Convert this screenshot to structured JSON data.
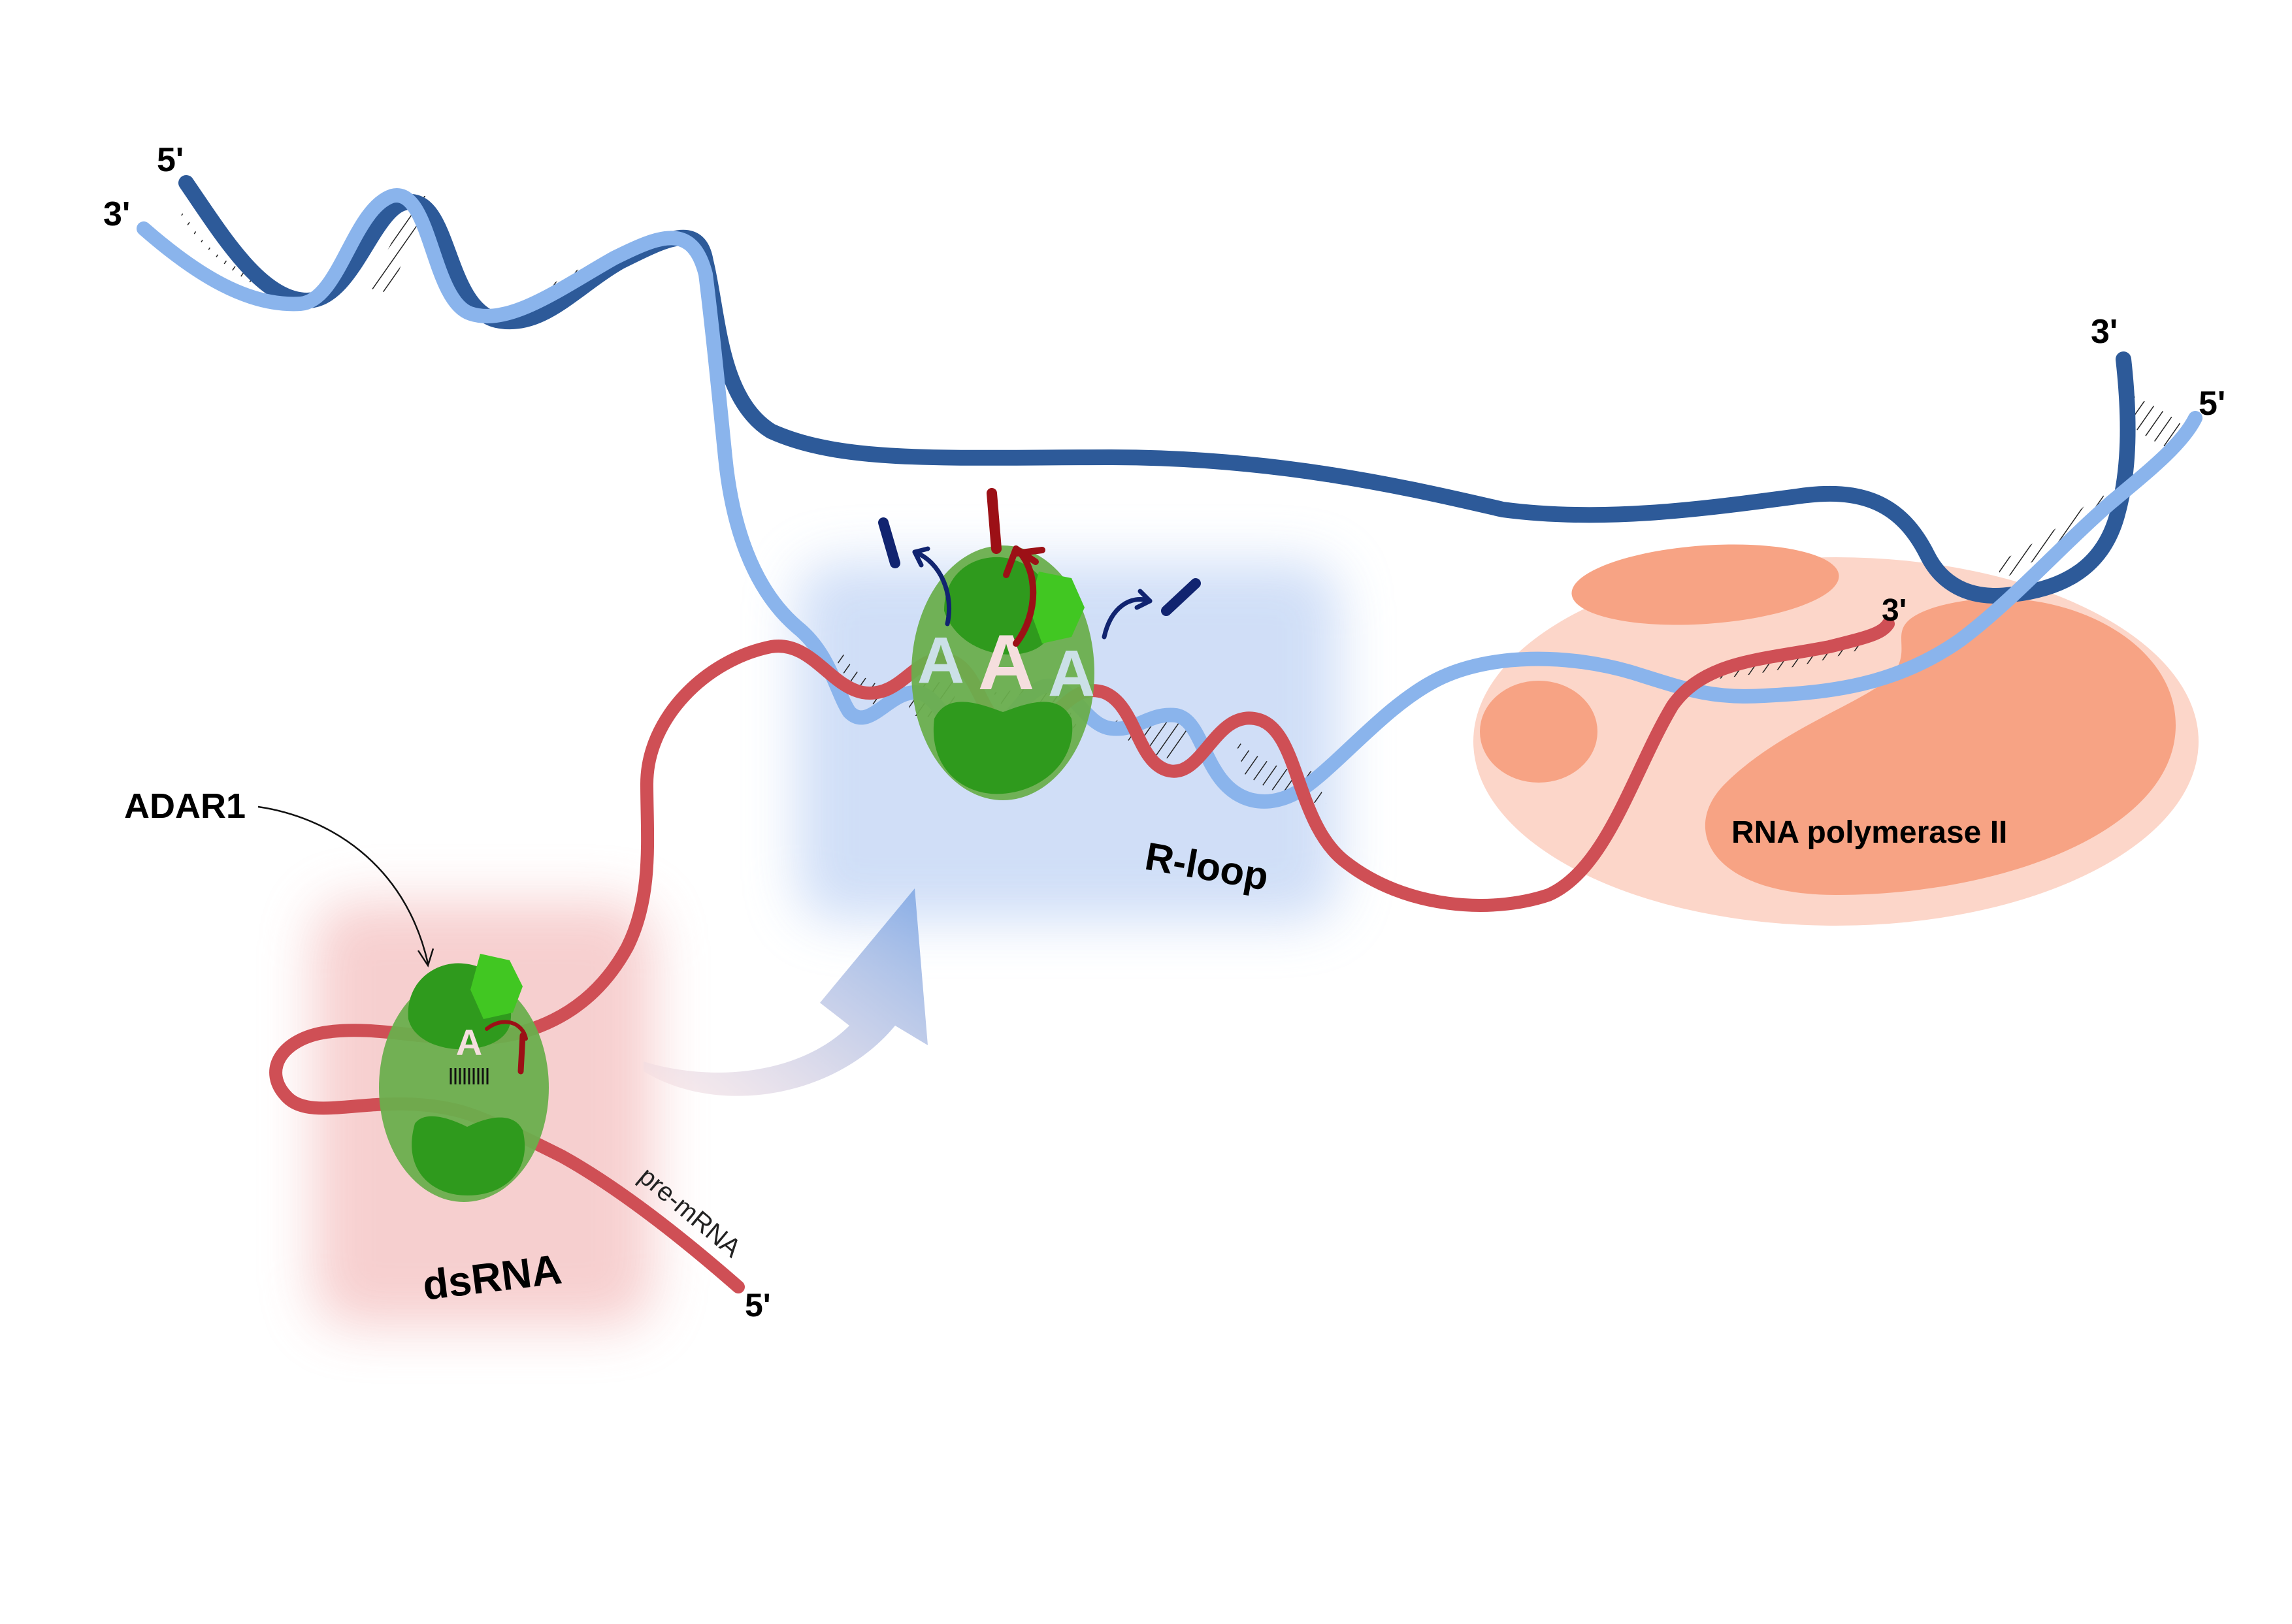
{
  "labels": {
    "dna_top_left_5": "5'",
    "dna_top_left_3": "3'",
    "dna_top_right_3": "3'",
    "dna_top_right_5": "5'",
    "rna_3prime": "3'",
    "premrna_5prime": "5'",
    "pre_mrna": "pre-mRNA",
    "adar1": "ADAR1",
    "dsrna": "dsRNA",
    "r_loop": "R-loop",
    "rna_polymerase": "RNA polymerase II"
  },
  "glyphs": {
    "adenosine": "A",
    "inosine": "I"
  },
  "colors": {
    "dna_template_strand": "#2d5a99",
    "dna_coding_strand": "#8ab4ec",
    "pre_mrna": "#cf4f55",
    "adar1_body": "#6aae4d",
    "adar1_domain": "#2f9a1d",
    "adar1_domain_light": "#41c722",
    "polymerase_outer": "#fcd2c3",
    "polymerase_inner": "#f7a384",
    "r_loop_glow": "#c8d9f6",
    "dsrna_glow": "#f6caca",
    "inosine_red": "#9c1016",
    "inosine_navy": "#112470",
    "transition_arrow": "#7aa4e3"
  }
}
